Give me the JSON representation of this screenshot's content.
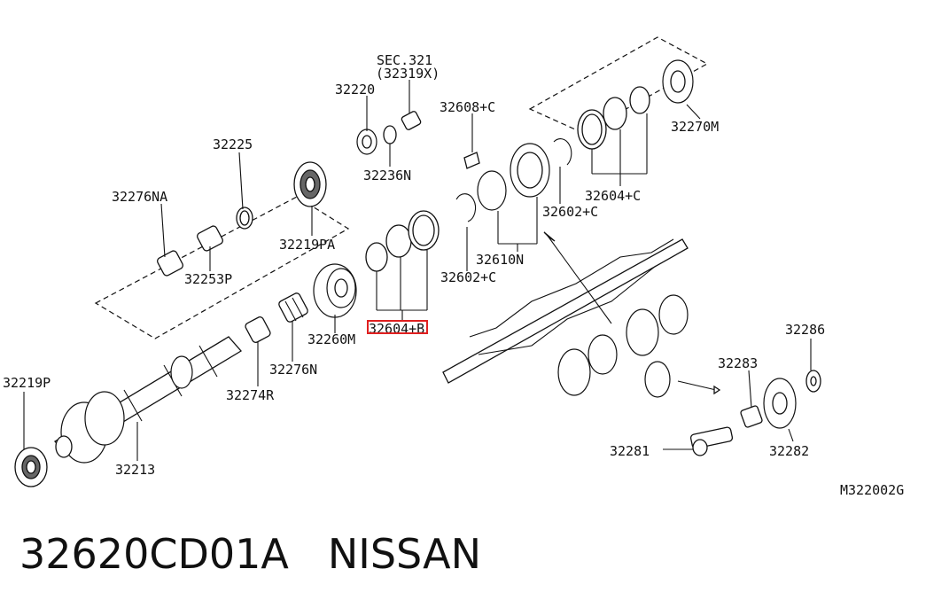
{
  "diagram": {
    "labels": {
      "sec_ref": "SEC.321",
      "sec_ref_part": "(32319X)",
      "p32220": "32220",
      "p32608c": "32608+C",
      "p32225": "32225",
      "p32236n": "32236N",
      "p32276na": "32276NA",
      "p32219pa": "32219PA",
      "p32253p": "32253P",
      "p32270m": "32270M",
      "p32604c": "32604+C",
      "p32602c_upper": "32602+C",
      "p32610n": "32610N",
      "p32602c_lower": "32602+C",
      "p32260m": "32260M",
      "p32604b": "32604+B",
      "p32276n": "32276N",
      "p32274r": "32274R",
      "p32219p": "32219P",
      "p32213": "32213",
      "p32286": "32286",
      "p32283": "32283",
      "p32281": "32281",
      "p32282": "32282",
      "fig_code": "M322002G"
    },
    "highlight_color": "#e02020"
  },
  "caption": {
    "part_number": "32620CD01A",
    "brand": "NISSAN"
  }
}
